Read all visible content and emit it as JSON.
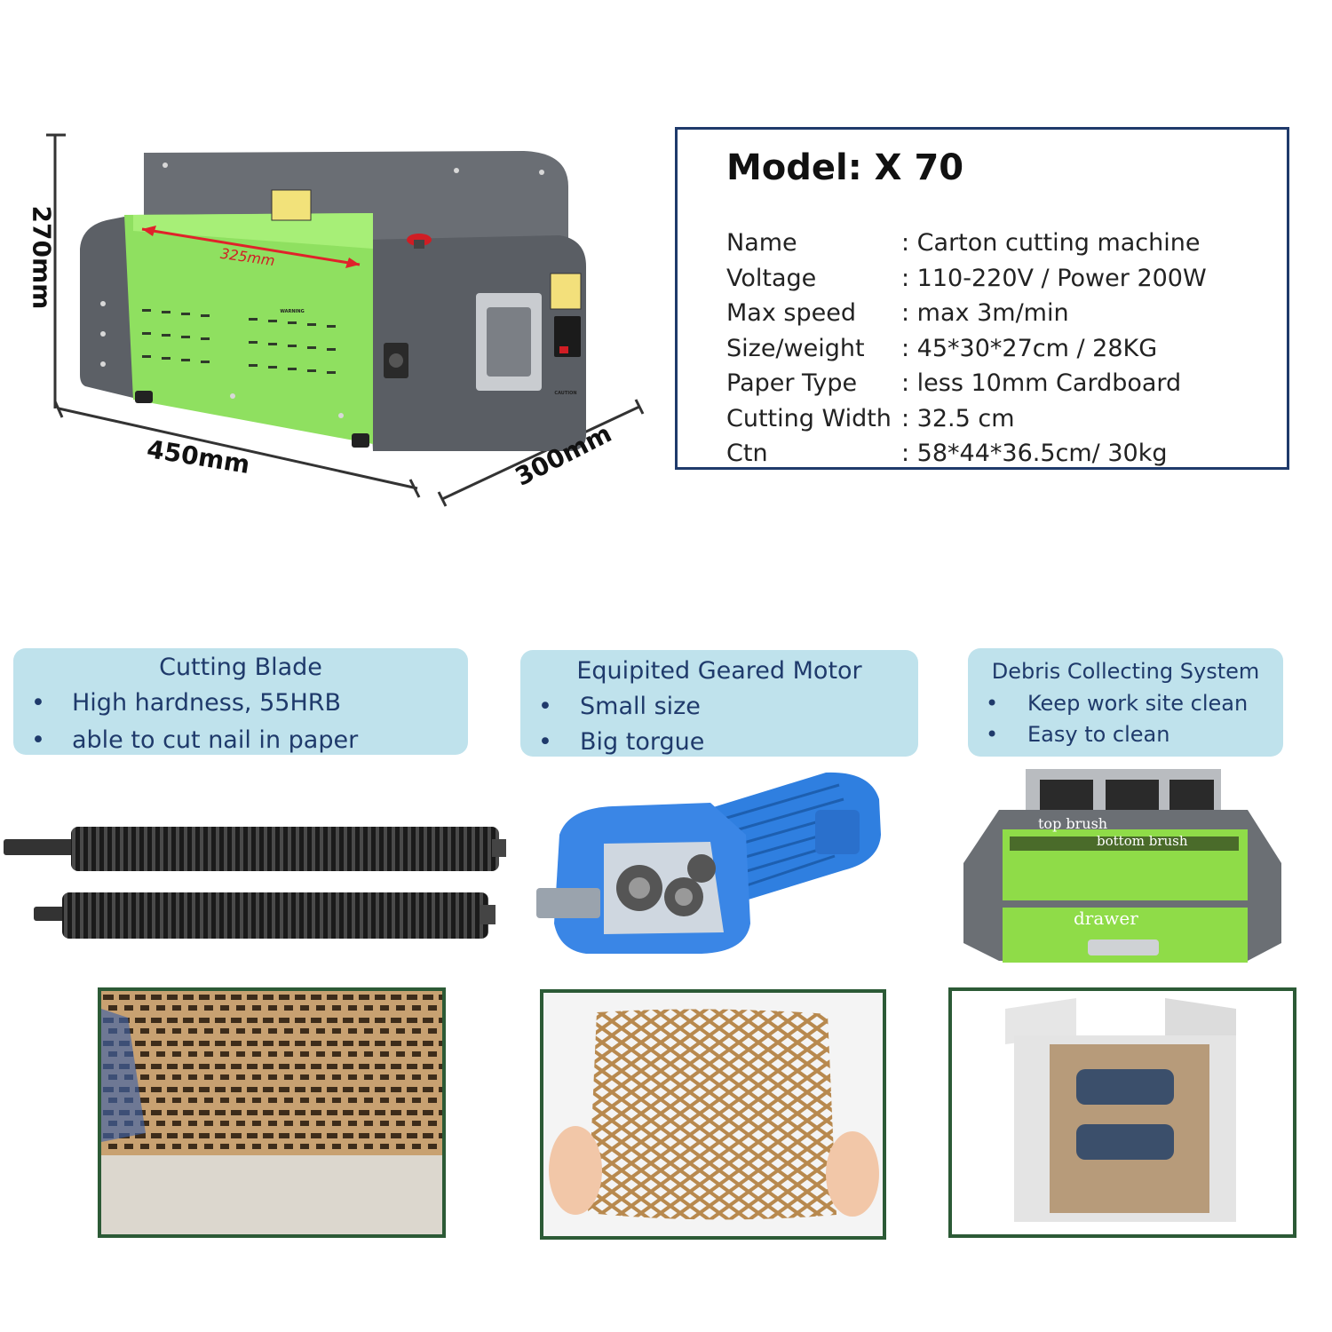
{
  "dimensions": {
    "height": "270mm",
    "width": "450mm",
    "depth": "300mm",
    "feed_width": "325mm"
  },
  "machine_labels": {
    "warning": "WARNING",
    "caution": "CAUTION"
  },
  "spec": {
    "title": "Model: X 70",
    "rows": [
      {
        "label": "Name",
        "value": ": Carton cutting machine"
      },
      {
        "label": "Voltage",
        "value": ": 110-220V / Power 200W"
      },
      {
        "label": "Max speed",
        "value": ": max 3m/min"
      },
      {
        "label": "Size/weight",
        "value": ": 45*30*27cm / 28KG"
      },
      {
        "label": "Paper Type",
        "value": ": less 10mm Cardboard"
      },
      {
        "label": "Cutting Width",
        "value": ": 32.5 cm"
      },
      {
        "label": "Ctn",
        "value": ": 58*44*36.5cm/ 30kg"
      }
    ]
  },
  "features": [
    {
      "title": "Cutting Blade",
      "bullets": [
        "High hardness, 55HRB",
        "able to cut nail in paper"
      ]
    },
    {
      "title": "Equipited Geared Motor",
      "bullets": [
        "Small size",
        "Big torgue"
      ]
    },
    {
      "title": "Debris Collecting System",
      "bullets": [
        "Keep work site clean",
        "Easy to clean"
      ]
    }
  ],
  "bullet_glyph": "•",
  "debris_labels": {
    "top": "top brush",
    "bottom": "bottom brush",
    "drawer": "drawer"
  },
  "colors": {
    "machine_green": "#8fe060",
    "machine_gray": "#5c6066",
    "panel_blue": "#bfe2ec",
    "panel_text": "#1f3a6b",
    "spec_border": "#1f3a6b",
    "frame_green": "#2c5a36",
    "motor_blue": "#2f7fe0",
    "kraft": "#c29a66"
  }
}
